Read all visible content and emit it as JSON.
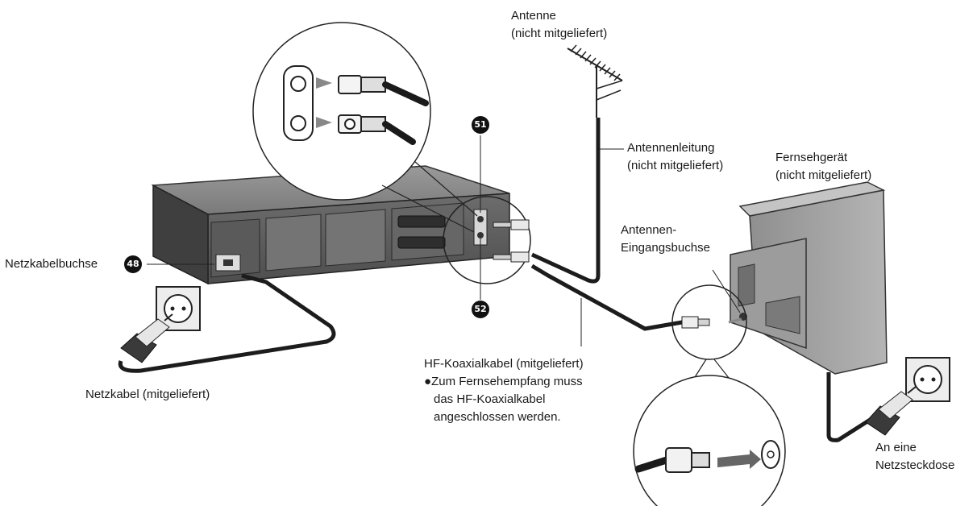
{
  "labels": {
    "antenna": "Antenne",
    "antenna_note": "(nicht mitgeliefert)",
    "antenna_cable": "Antennenleitung",
    "antenna_cable_note": "(nicht mitgeliefert)",
    "tv": "Fernsehgerät",
    "tv_note": "(nicht mitgeliefert)",
    "antenna_input_1": "Antennen-",
    "antenna_input_2": "Eingangsbuchse",
    "power_socket": "Netzkabelbuchse",
    "power_cable": "Netzkabel (mitgeliefert)",
    "rf_cable": "HF-Koaxialkabel (mitgeliefert)",
    "rf_note_1": "●Zum Fernsehempfang muss",
    "rf_note_2": "das HF-Koaxialkabel",
    "rf_note_3": "angeschlossen werden.",
    "outlet_1": "An eine",
    "outlet_2": "Netzsteckdose"
  },
  "callouts": {
    "power_socket_number": "48",
    "rf_in_number": "51",
    "rf_out_number": "52"
  }
}
